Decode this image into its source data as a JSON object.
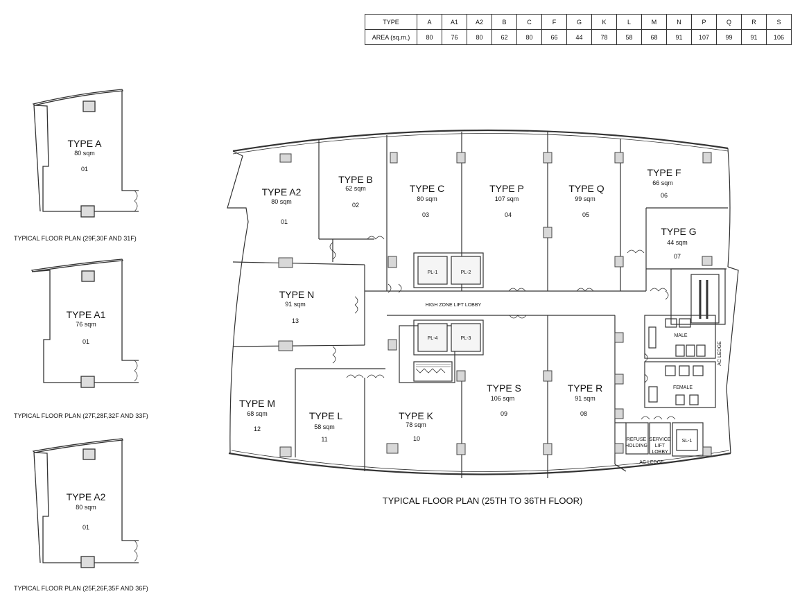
{
  "area_table": {
    "header_label": "TYPE",
    "value_label": "AREA (sq.m.)",
    "types": [
      "A",
      "A1",
      "A2",
      "B",
      "C",
      "F",
      "G",
      "K",
      "L",
      "M",
      "N",
      "P",
      "Q",
      "R",
      "S"
    ],
    "areas": [
      "80",
      "76",
      "80",
      "62",
      "80",
      "66",
      "44",
      "78",
      "58",
      "68",
      "91",
      "107",
      "99",
      "91",
      "106"
    ]
  },
  "side_plans": [
    {
      "type": "TYPE A",
      "area": "80 sqm",
      "unit": "01",
      "caption": "TYPICAL FLOOR PLAN (29F,30F AND 31F)"
    },
    {
      "type": "TYPE A1",
      "area": "76 sqm",
      "unit": "01",
      "caption": "TYPICAL FLOOR PLAN (27F,28F,32F AND 33F)"
    },
    {
      "type": "TYPE A2",
      "area": "80 sqm",
      "unit": "01",
      "caption": "TYPICAL FLOOR PLAN (25F,26F,35F AND 36F)"
    }
  ],
  "main_plan": {
    "caption": "TYPICAL FLOOR PLAN (25TH  TO 36TH FLOOR)",
    "units": [
      {
        "type": "TYPE A2",
        "area": "80 sqm",
        "unit": "01"
      },
      {
        "type": "TYPE B",
        "area": "62 sqm",
        "unit": "02"
      },
      {
        "type": "TYPE C",
        "area": "80 sqm",
        "unit": "03"
      },
      {
        "type": "TYPE P",
        "area": "107 sqm",
        "unit": "04"
      },
      {
        "type": "TYPE Q",
        "area": "99 sqm",
        "unit": "05"
      },
      {
        "type": "TYPE F",
        "area": "66 sqm",
        "unit": "06"
      },
      {
        "type": "TYPE G",
        "area": "44 sqm",
        "unit": "07"
      },
      {
        "type": "TYPE R",
        "area": "91 sqm",
        "unit": "08"
      },
      {
        "type": "TYPE S",
        "area": "106 sqm",
        "unit": "09"
      },
      {
        "type": "TYPE K",
        "area": "78 sqm",
        "unit": "10"
      },
      {
        "type": "TYPE L",
        "area": "58 sqm",
        "unit": "11"
      },
      {
        "type": "TYPE M",
        "area": "68 sqm",
        "unit": "12"
      },
      {
        "type": "TYPE N",
        "area": "91 sqm",
        "unit": "13"
      }
    ],
    "lifts": [
      "PL-1",
      "PL-2",
      "PL-3",
      "PL-4",
      "SL-1"
    ],
    "lift_lobby": "HIGH ZONE LIFT LOBBY",
    "male": "MALE",
    "female": "FEMALE",
    "refuse_1": "REFUSE",
    "refuse_2": "HOLDING",
    "service_1": "SERVICE",
    "service_2": "LIFT",
    "service_3": "LOBBY",
    "ac_ledge_bottom": "AC LEDGE",
    "ac_ledge_side": "AC LEDGE"
  }
}
